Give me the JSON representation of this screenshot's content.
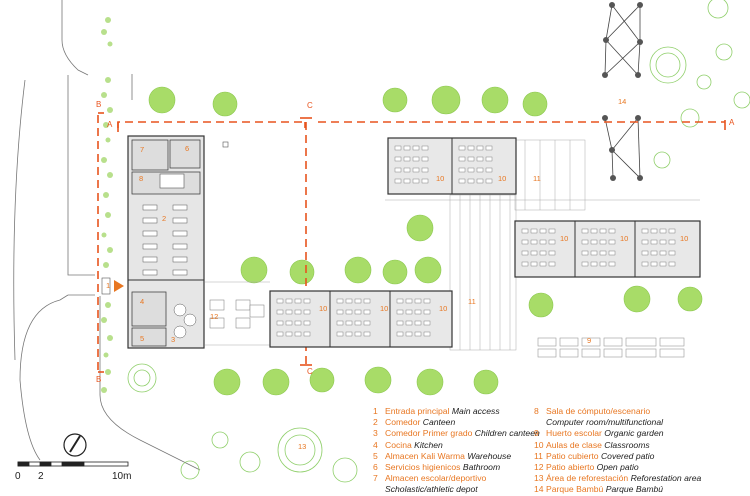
{
  "section_marks": {
    "a": "A",
    "b": "B",
    "c": "C"
  },
  "room_numbers": {
    "r1": "1",
    "r2": "2",
    "r3": "3",
    "r4": "4",
    "r5": "5",
    "r6": "6",
    "r7": "7",
    "r8": "8",
    "r9": "9",
    "r10": "10",
    "r11": "11",
    "r12": "12",
    "r13": "13",
    "r14": "14"
  },
  "legend_left": [
    {
      "num": "1",
      "es": "Entrada principal",
      "en": "Main access"
    },
    {
      "num": "2",
      "es": "Comedor",
      "en": "Canteen"
    },
    {
      "num": "3",
      "es": "Comedor Primer grado",
      "en": "Children canteen"
    },
    {
      "num": "4",
      "es": "Cocina",
      "en": "Kitchen"
    },
    {
      "num": "5",
      "es": "Almacen Kali Warma",
      "en": "Warehouse"
    },
    {
      "num": "6",
      "es": "Servicios higienicos",
      "en": "Bathroom"
    },
    {
      "num": "7",
      "es": "Almacen escolar/deportivo",
      "en": ""
    }
  ],
  "legend_left_extra": "Scholastic/athletic depot",
  "legend_right": [
    {
      "num": "8",
      "es": "Sala de cómputo/escenario",
      "en": ""
    },
    {
      "num": "9",
      "es": "Huerto escolar",
      "en": "Organic garden"
    },
    {
      "num": "10",
      "es": "Aulas de clase",
      "en": "Classrooms"
    },
    {
      "num": "11",
      "es": "Patio cubierto",
      "en": "Covered patio"
    },
    {
      "num": "12",
      "es": "Patio abierto",
      "en": "Open patio"
    },
    {
      "num": "13",
      "es": "Área de reforestación",
      "en": "Reforestation area"
    },
    {
      "num": "14",
      "es": "Parque Bambú",
      "en": "Parque Bambú"
    }
  ],
  "legend_right_extra": "Computer room/multifunctional",
  "scale": {
    "zero": "0",
    "two": "2",
    "ten": "10m"
  },
  "colors": {
    "accent": "#e87722",
    "section": "#e8541e",
    "tree": "#9ed85a",
    "line": "#555555"
  }
}
